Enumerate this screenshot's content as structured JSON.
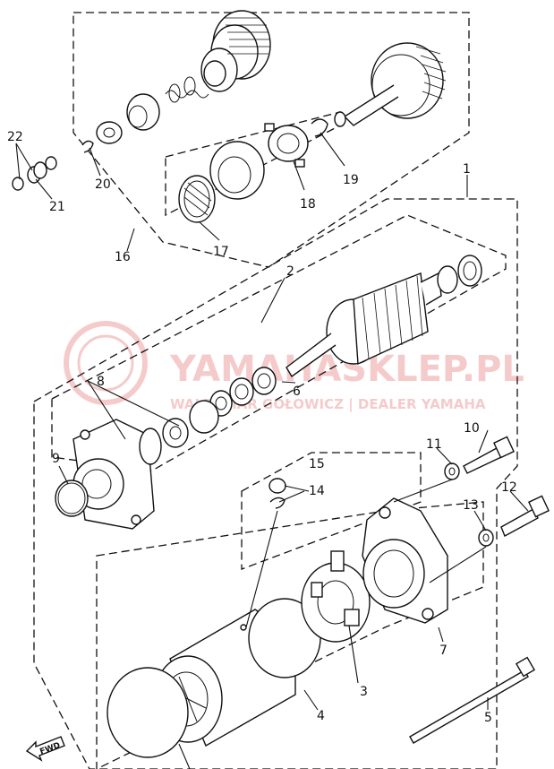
{
  "callouts": {
    "c1": "1",
    "c2": "2",
    "c3": "3",
    "c4": "4",
    "c5": "5",
    "c6": "6",
    "c7": "7",
    "c8": "8",
    "c9": "9",
    "c10": "10",
    "c11": "11",
    "c12": "12",
    "c13": "13",
    "c14": "14",
    "c15": "15",
    "c16": "16",
    "c17": "17",
    "c18": "18",
    "c19": "19",
    "c20": "20",
    "c21": "21",
    "c22": "22"
  },
  "watermark": {
    "brand": "YAMAHASKLEP.PL",
    "subtitle": "WALDEMAR GOŁOWICZ | DEALER YAMAHA",
    "color": "#e36b6b"
  },
  "direction_marker": "FWD"
}
